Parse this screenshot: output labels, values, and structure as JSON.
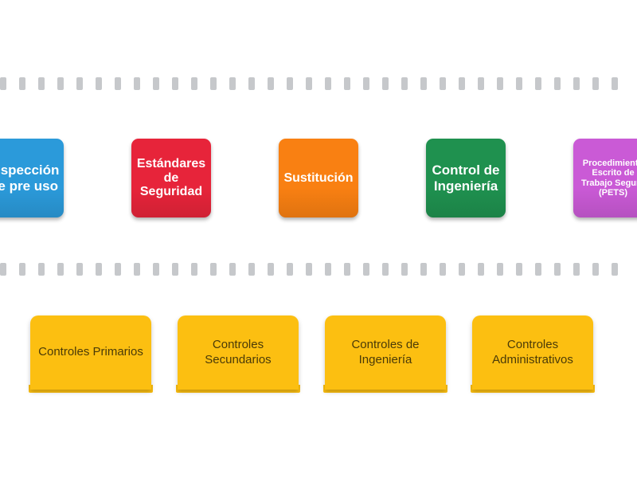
{
  "page": {
    "background_color": "#ffffff",
    "activity_type": "drag-and-drop-grouping"
  },
  "separators": {
    "dash_color": "#c6c8cb",
    "dash_count": 33,
    "rails": [
      {
        "name": "top-rail"
      },
      {
        "name": "middle-rail"
      }
    ]
  },
  "tiles": [
    {
      "label": "Inspección de pre uso",
      "color": "#2b9ada",
      "text_color": "#ffffff",
      "size": "fs-17",
      "clipped": "left"
    },
    {
      "label": "Estándares de Seguridad",
      "color": "#e7243a",
      "text_color": "#ffffff",
      "size": "fs-16",
      "clipped": "none"
    },
    {
      "label": "Sustitución",
      "color": "#f98012",
      "text_color": "#ffffff",
      "size": "fs-16",
      "clipped": "none"
    },
    {
      "label": "Control de Ingeniería",
      "color": "#1f914f",
      "text_color": "#ffffff",
      "size": "fs-17",
      "clipped": "none"
    },
    {
      "label": "Procedimiento Escrito de Trabajo Seguro (PETS)",
      "color": "#ca5ad6",
      "text_color": "#ffffff",
      "size": "fs-11",
      "clipped": "right"
    }
  ],
  "buckets": [
    {
      "label": "Controles Primarios",
      "color": "#fcbf11",
      "text_color": "#4a3a08"
    },
    {
      "label": "Controles Secundarios",
      "color": "#fcbf11",
      "text_color": "#4a3a08"
    },
    {
      "label": "Controles de Ingeniería",
      "color": "#fcbf11",
      "text_color": "#4a3a08"
    },
    {
      "label": "Controles Administrativos",
      "color": "#fcbf11",
      "text_color": "#4a3a08"
    }
  ]
}
